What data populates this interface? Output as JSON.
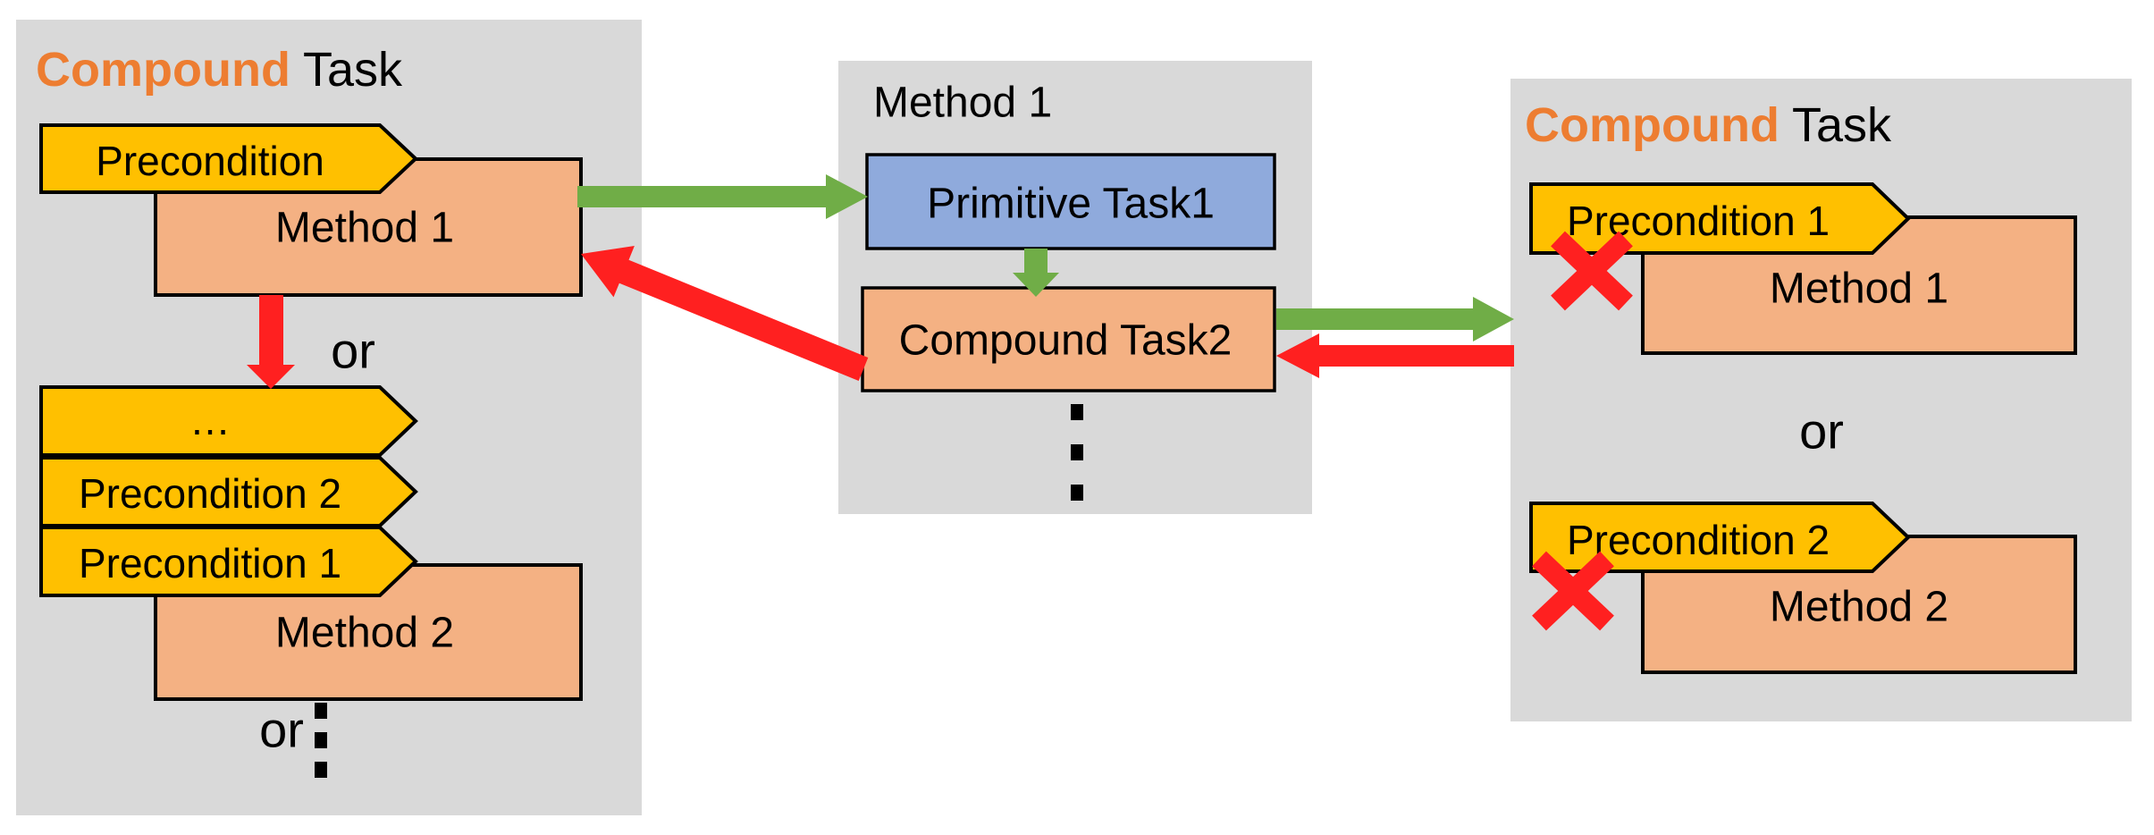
{
  "left_panel": {
    "title_highlight": "Compound",
    "title_rest": "Task",
    "banner_precondition": "Precondition",
    "method1": "Method 1",
    "or1": "or",
    "banner_ellipsis": "…",
    "banner_precondition2": "Precondition 2",
    "banner_precondition1": "Precondition 1",
    "method2": "Method 2",
    "or2": "or"
  },
  "middle_panel": {
    "title": "Method 1",
    "primitive_task": "Primitive Task1",
    "compound_task": "Compound Task2"
  },
  "right_panel": {
    "title_highlight": "Compound",
    "title_rest": "Task",
    "banner_precondition1": "Precondition 1",
    "method1": "Method 1",
    "or": "or",
    "banner_precondition2": "Precondition 2",
    "method2": "Method 2"
  },
  "colors": {
    "canvas_bg": "#FFFFFF",
    "panel_bg": "#D9D9D9",
    "banner_fill": "#FFC000",
    "method_fill": "#F4B183",
    "primitive_fill": "#8FAADC",
    "green_arrow": "#70AD47",
    "red_arrow": "#FF2020",
    "title_highlight": "#ED7D31",
    "outline": "#000000"
  }
}
